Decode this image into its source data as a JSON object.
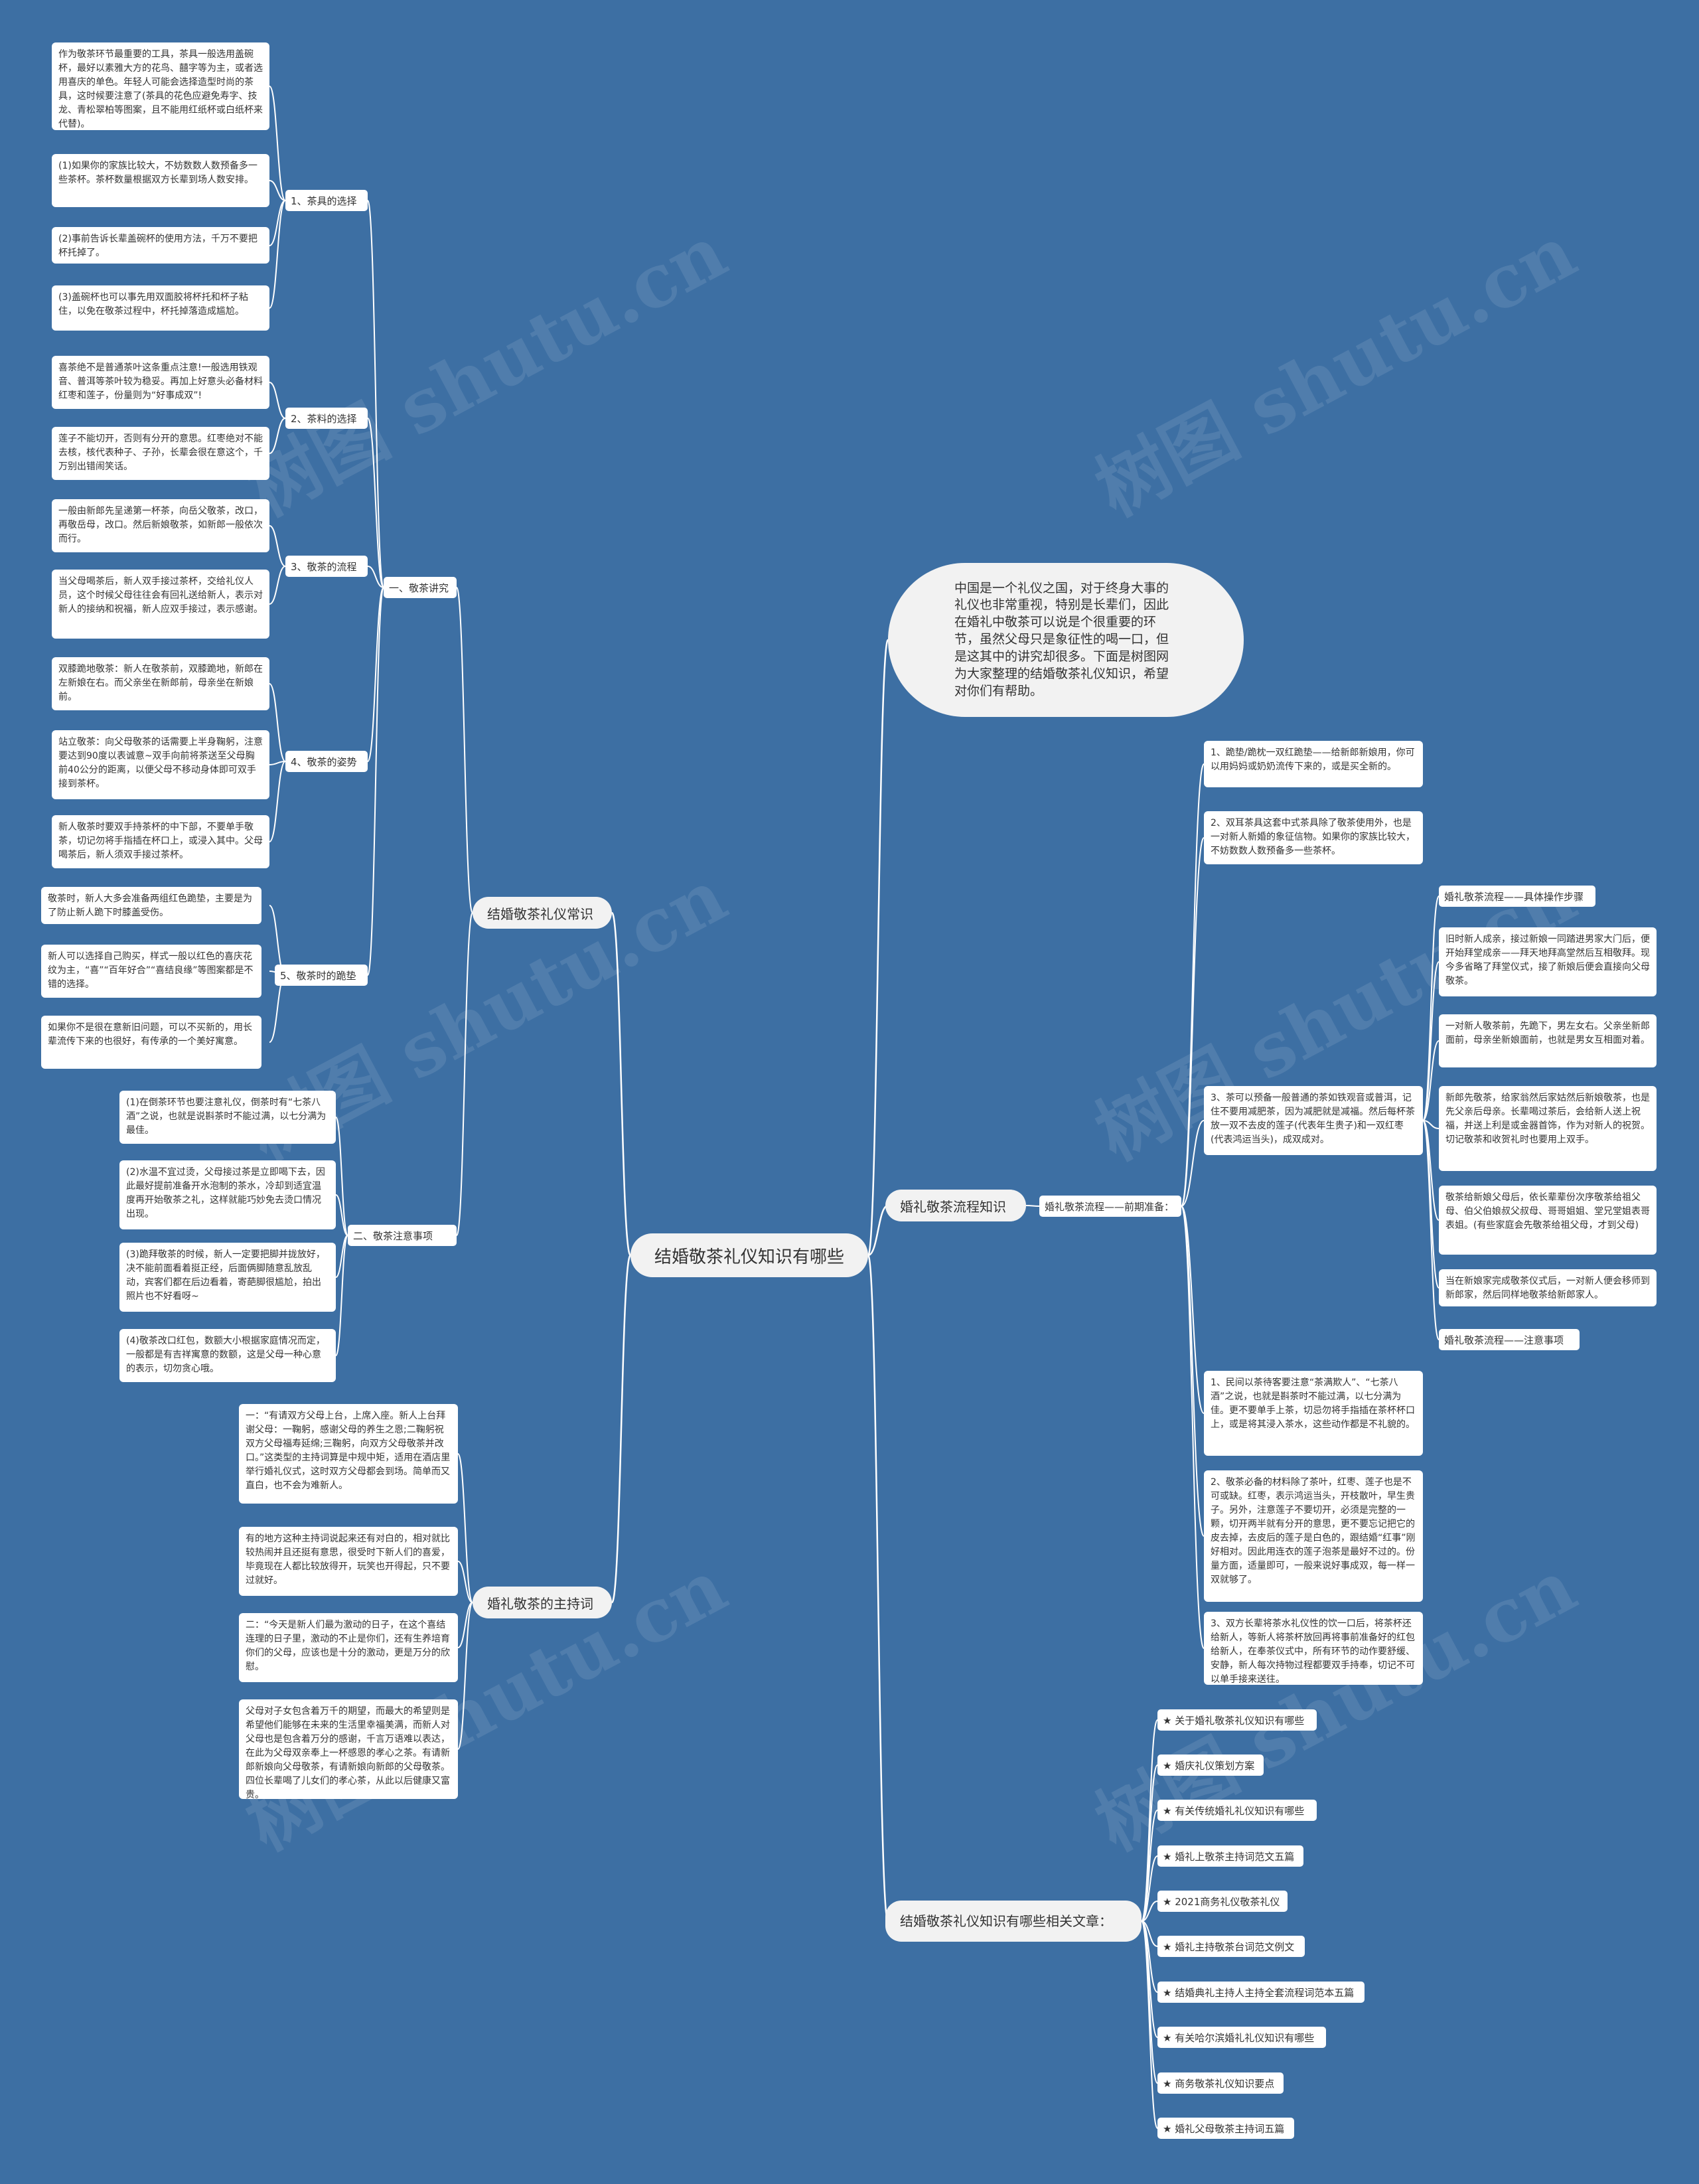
{
  "watermark": "树图 shutu.cn",
  "root": "结婚敬茶礼仪知识有哪些",
  "intro": "中国是一个礼仪之国，对于终身大事的礼仪也非常重视，特别是长辈们，因此在婚礼中敬茶可以说是个很重要的环节，虽然父母只是象征性的喝一口，但是这其中的讲究却很多。下面是树图网为大家整理的结婚敬茶礼仪知识，希望对你们有帮助。",
  "branch_common": {
    "label": "结婚敬茶礼仪常识",
    "sec1": {
      "label": "一、敬茶讲究",
      "items": [
        {
          "label": "1、茶具的选择",
          "leaves": [
            "作为敬茶环节最重要的工具，茶具一般选用盖碗杯，最好以素雅大方的花鸟、囍字等为主，或者选用喜庆的单色。年轻人可能会选择造型时尚的茶具，这时候要注意了(茶具的花色应避免寿字、技龙、青松翠柏等图案，且不能用红纸杯或白纸杯来代替)。",
            "(1)如果你的家族比较大，不妨数数人数预备多一些茶杯。茶杯数量根据双方长辈到场人数安排。",
            "(2)事前告诉长辈盖碗杯的使用方法，千万不要把杯托掉了。",
            "(3)盖碗杯也可以事先用双面胶将杯托和杯子粘住，以免在敬茶过程中，杯托掉落造成尴尬。"
          ]
        },
        {
          "label": "2、茶料的选择",
          "leaves": [
            "喜茶绝不是普通茶叶这条重点注意!一般选用铁观音、普洱等茶叶较为稳妥。再加上好意头必备材料红枣和莲子，份量则为“好事成双”!",
            "莲子不能切开，否则有分开的意思。红枣绝对不能去核，核代表种子、子孙，长辈会很在意这个，千万别出错闹笑话。"
          ]
        },
        {
          "label": "3、敬茶的流程",
          "leaves": [
            "一般由新郎先呈递第一杯茶，向岳父敬茶，改口，再敬岳母，改口。然后新娘敬茶，如新郎一般依次而行。",
            "当父母喝茶后，新人双手接过茶杯，交给礼仪人员，这个时候父母往往会有回礼送给新人，表示对新人的接纳和祝福，新人应双手接过，表示感谢。"
          ]
        },
        {
          "label": "4、敬茶的姿势",
          "leaves": [
            "双膝跪地敬茶：新人在敬茶前，双膝跪地，新郎在左新娘在右。而父亲坐在新郎前，母亲坐在新娘前。",
            "站立敬茶：向父母敬茶的话需要上半身鞠躬，注意要达到90度以表诚意~双手向前将茶送至父母胸前40公分的距离，以便父母不移动身体即可双手接到茶杯。",
            "新人敬茶时要双手持茶杯的中下部，不要单手敬茶，切记勿将手指插在杯口上，或浸入其中。父母喝茶后，新人须双手接过茶杯。"
          ]
        },
        {
          "label": "5、敬茶时的跪垫",
          "leaves": [
            "敬茶时，新人大多会准备两组红色跪垫，主要是为了防止新人跪下时膝盖受伤。",
            "新人可以选择自己购买，样式一般以红色的喜庆花纹为主，“喜”“百年好合”“喜结良缘”等图案都是不错的选择。",
            "如果你不是很在意新旧问题，可以不买新的，用长辈流传下来的也很好，有传承的一个美好寓意。"
          ]
        }
      ]
    },
    "sec2": {
      "label": "二、敬茶注意事项",
      "leaves": [
        "(1)在倒茶环节也要注意礼仪，倒茶时有“七茶八酒”之说，也就是说斟茶时不能过满，以七分满为最佳。",
        "(2)水温不宜过烫，父母接过茶是立即喝下去，因此最好提前准备开水泡制的茶水，冷却到适宜温度再开始敬茶之礼，这样就能巧妙免去烫口情况出现。",
        "(3)跪拜敬茶的时候，新人一定要把脚并拢放好，决不能前面看着挺正经，后面俩脚随意乱放乱动，宾客们都在后边看着，寄葩脚很尴尬，拍出照片也不好看呀~",
        "(4)敬茶改口红包，数额大小根据家庭情况而定，一般都是有吉祥寓意的数额，这是父母一种心意的表示，切勿贪心哦。"
      ]
    }
  },
  "branch_host": {
    "label": "婚礼敬茶的主持词",
    "leaves": [
      "一：“有请双方父母上台，上席入座。新人上台拜谢父母：一鞠躬，感谢父母的养生之恩;二鞠躬祝双方父母福寿延绵;三鞠躬，向双方父母敬茶并改口。”这类型的主持词算是中规中矩，适用在酒店里举行婚礼仪式，这时双方父母都会到场。简单而又直白，也不会为难新人。",
      "有的地方这种主持词说起来还有对白的，相对就比较热闹并且还挺有意思，很受时下新人们的喜爱，毕竟现在人都比较放得开，玩笑也开得起，只不要过就好。",
      "二：“今天是新人们最为激动的日子，在这个喜结连理的日子里，激动的不止是你们，还有生养培育你们的父母，应该也是十分的激动，更是万分的欣慰。",
      "父母对子女包含着万千的期望，而最大的希望则是希望他们能够在未来的生活里幸福美满，而新人对父母也是包含着万分的感谢，千言万语难以表达，在此为父母双亲奉上一杯感恩的孝心之茶。有请新郎新娘向父母敬茶，有请新娘向新郎的父母敬茶。四位长辈喝了儿女们的孝心茶，从此以后健康又富贵。"
    ]
  },
  "branch_flow": {
    "label": "婚礼敬茶流程知识",
    "pre_label": "婚礼敬茶流程——前期准备：",
    "pre_items": [
      "1、跪垫/跪枕一双红跪垫——给新郎新娘用，你可以用妈妈或奶奶流传下来的，或是买全新的。",
      "2、双耳茶具这套中式茶具除了敬茶使用外，也是一对新人新婚的象征信物。如果你的家族比较大，不妨数数人数预备多一些茶杯。",
      "3、茶可以预备一般普通的茶如铁观音或普洱，记住不要用减肥茶，因为减肥就是减福。然后每杯茶放一双不去皮的莲子(代表年生贵子)和一双红枣(代表鸿运当头)，成双成对。",
      "1、民间以茶待客要注意“茶满欺人”、“七茶八酒”之说，也就是斟茶时不能过满，以七分满为佳。更不要单手上茶，切忌勿将手指插在茶杯杯口上，或是将其浸入茶水，这些动作都是不礼貌的。",
      "2、敬茶必备的材料除了茶叶，红枣、莲子也是不可或缺。红枣，表示鸿运当头，开枝散叶，早生贵子。另外，注意莲子不要切开，必须是完整的一颗，切开两半就有分开的意思，更不要忘记把它的皮去掉，去皮后的莲子是白色的，跟结婚“红事”刚好相对。因此用连衣的莲子泡茶是最好不过的。份量方面，适量即可，一般来说好事成双，每一样一双就够了。",
      "3、双方长辈将茶水礼仪性的饮一口后，将茶杯还给新人，等新人将茶杯放回再将事前准备好的红包给新人，在奉茶仪式中，所有环节的动作要舒缓、安静，新人每次持物过程都要双手持奉，切记不可以单手接来送往。"
    ],
    "steps_label": "婚礼敬茶流程——具体操作步骤",
    "steps": [
      "旧时新人成亲，接过新娘一同踏进男家大门后，便开始拜堂成亲——拜天地拜高堂然后互相敬拜。现今多省略了拜堂仪式，接了新娘后便会直接向父母敬茶。",
      "一对新人敬茶前，先跪下，男左女右。父亲坐新郎面前，母亲坐新娘面前，也就是男女互相面对着。",
      "新郎先敬茶，给家翁然后家姑然后新娘敬茶，也是先父亲后母亲。长辈喝过茶后，会给新人送上祝福，并送上利是或金器首饰，作为对新人的祝贺。切记敬茶和收贺礼时也要用上双手。",
      "敬茶给新娘父母后，依长辈辈份次序敬茶给祖父母、伯父伯娘叔父叔母、哥哥姐姐、堂兄堂姐表哥表姐。(有些家庭会先敬茶给祖父母，才到父母)",
      "当在新娘家完成敬茶仪式后，一对新人便会移师到新郎家，然后同样地敬茶给新郎家人。"
    ],
    "notes_label": "婚礼敬茶流程——注意事项"
  },
  "branch_related": {
    "label": "结婚敬茶礼仪知识有哪些相关文章：",
    "items": [
      "★ 关于婚礼敬茶礼仪知识有哪些",
      "★ 婚庆礼仪策划方案",
      "★ 有关传统婚礼礼仪知识有哪些",
      "★ 婚礼上敬茶主持词范文五篇",
      "★ 2021商务礼仪敬茶礼仪",
      "★ 婚礼主持敬茶台词范文例文",
      "★ 结婚典礼主持人主持全套流程词范本五篇",
      "★ 有关哈尔滨婚礼礼仪知识有哪些",
      "★ 商务敬茶礼仪知识要点",
      "★ 婚礼父母敬茶主持词五篇"
    ]
  }
}
